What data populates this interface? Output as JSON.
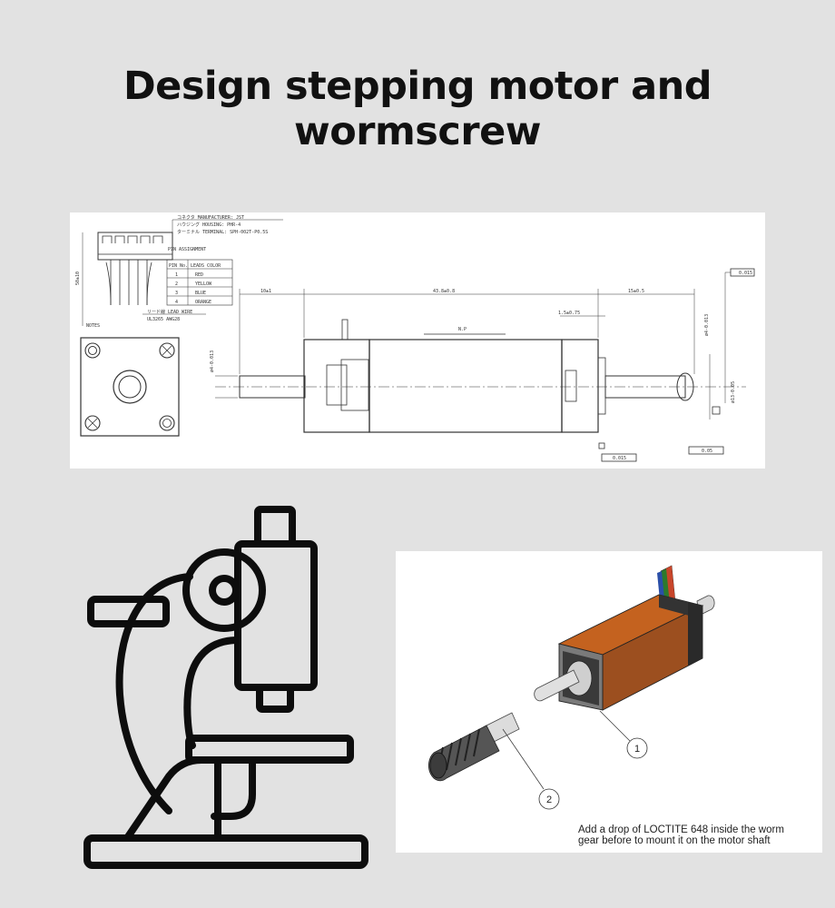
{
  "page": {
    "title": "Design stepping motor and wormscrew"
  },
  "drawing": {
    "connector_notes": [
      "コネクタ MANUFACTURER: JST",
      "ハウジング HOUSING: PHR-4",
      "ターミナル TERMINAL: SPH-002T-P0.5S"
    ],
    "pin_assignment_title": "PIN ASSIGNMENT",
    "pin_table_header": [
      "PIN No.",
      "LEADS COLOR"
    ],
    "pins": [
      {
        "no": "1",
        "color": "RED"
      },
      {
        "no": "2",
        "color": "YELLOW"
      },
      {
        "no": "3",
        "color": "BLUE"
      },
      {
        "no": "4",
        "color": "ORANGE"
      }
    ],
    "lead_wire_note": [
      "リード線 LEAD WIRE",
      "UL3265 AWG28"
    ],
    "notes_label": "NOTES",
    "left_height_dim": "50±10",
    "dim_left_shaft": "10±1",
    "dim_body": "43.8±0.8",
    "dim_right_shaft": "15±0.5",
    "dim_small": "1.5±0.75",
    "dim_diameter_left": "ø4-0.013",
    "dim_diameter_right": "ø4-0.013",
    "dim_diameter_pilot": "ø13-0.05",
    "np_label": "N.P",
    "flag_label": "0.015",
    "tol_bottom_left": "0.015",
    "tol_bottom_right": "0.05"
  },
  "render": {
    "balloons": [
      "1",
      "2"
    ],
    "note_lines": [
      "Add a drop of LOCTITE 648 inside the worm",
      "gear before to mount it on the motor shaft"
    ]
  },
  "colors": {
    "background": "#e2e2e2",
    "motor_body": "#9c4f1f",
    "outline": "#111111"
  },
  "icons": {
    "microscope": "microscope-icon"
  }
}
